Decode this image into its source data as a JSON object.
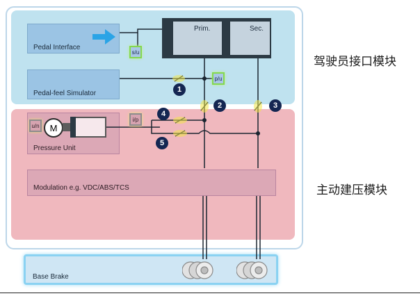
{
  "labels": {
    "pedal_interface": "Pedal Interface",
    "pedal_feel_simulator": "Pedal-feel Simulator",
    "prim": "Prim.",
    "sec": "Sec.",
    "pressure_unit": "Pressure Unit",
    "motor": "M",
    "modulation": "Modulation e.g. VDC/ABS/TCS",
    "base_brake": "Base Brake"
  },
  "zones": {
    "upper_title": "驾驶员接口模块",
    "lower_title": "主动建压模块"
  },
  "valves": [
    "1",
    "2",
    "3",
    "4",
    "5"
  ],
  "sensors": {
    "pedal_interface_sensor": "s/u",
    "simulator_sensor": "p/u",
    "pressure_unit_sensor": "i/p",
    "motor_sensor": "u/n"
  },
  "colors": {
    "driver_interface_zone": "#bfe2ef",
    "active_pressure_zone": "#f0b8be",
    "valve_badge": "#142652",
    "sensor_outline": "#84d84e"
  },
  "icons": {
    "arrow": "blue-right-arrow-icon",
    "valve": "solenoid-valve-icon",
    "brake_disc": "brake-disc-icon"
  }
}
